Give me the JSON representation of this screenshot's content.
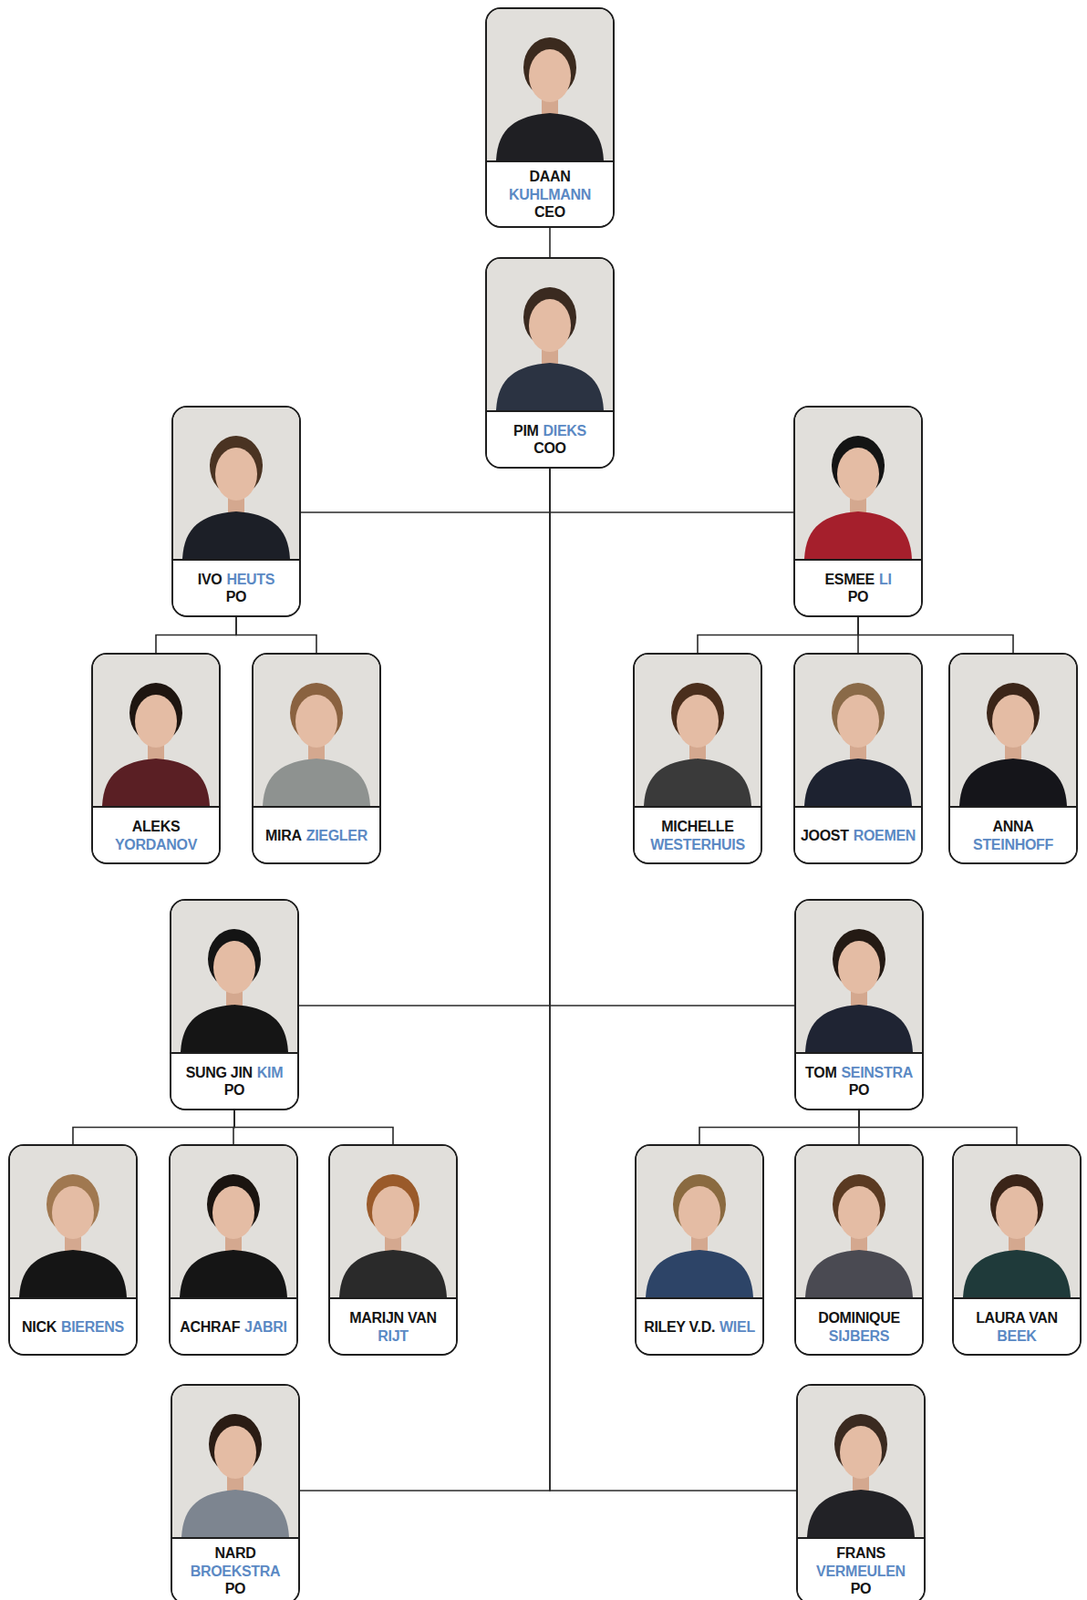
{
  "diagram": {
    "nodes": [
      {
        "text": [
          "DAAN",
          "KUHLMANN",
          "CEO"
        ]
      },
      {
        "text": [
          "PIM",
          "DIEKS",
          "COO"
        ]
      },
      {
        "text": [
          "IVO",
          "HEUTS",
          "PO"
        ]
      },
      {
        "text": [
          "ESMEE",
          "LI",
          "PO"
        ]
      },
      {
        "text": [
          "ALEKS",
          "YORDANOV"
        ]
      },
      {
        "text": [
          "MIRA",
          "ZIEGLER"
        ]
      },
      {
        "text": [
          "MICHELLE",
          "WESTERHUIS"
        ]
      },
      {
        "text": [
          "JOOST",
          "ROEMEN"
        ]
      },
      {
        "text": [
          "ANNA",
          "STEINHOFF"
        ]
      },
      {
        "text": [
          "SUNG JIN",
          "KIM",
          "PO"
        ]
      },
      {
        "text": [
          "TOM",
          "SEINSTRA",
          "PO"
        ]
      },
      {
        "text": [
          "NICK",
          "BIERENS"
        ]
      },
      {
        "text": [
          "ACHRAF",
          "JABRI"
        ]
      },
      {
        "text": [
          "MARIJN VAN",
          "RIJT"
        ]
      },
      {
        "text": [
          "RILEY V.D.",
          "WIEL"
        ]
      },
      {
        "text": [
          "DOMINIQUE",
          "SIJBERS"
        ]
      },
      {
        "text": [
          "LAURA VAN",
          "BEEK"
        ]
      },
      {
        "text": [
          "NARD",
          "BROEKSTRA",
          "PO"
        ]
      },
      {
        "text": [
          "FRANS",
          "VERMEULEN",
          "PO"
        ]
      }
    ],
    "edges": [
      {
        "from": 0,
        "to": 1,
        "arrow": "none"
      },
      {
        "from": 1,
        "to": 2,
        "arrow": "none"
      },
      {
        "from": 1,
        "to": 3,
        "arrow": "none"
      },
      {
        "from": 2,
        "to": 4,
        "arrow": "none"
      },
      {
        "from": 2,
        "to": 5,
        "arrow": "none"
      },
      {
        "from": 3,
        "to": 6,
        "arrow": "none"
      },
      {
        "from": 3,
        "to": 7,
        "arrow": "none"
      },
      {
        "from": 3,
        "to": 8,
        "arrow": "none"
      },
      {
        "from": 1,
        "to": 9,
        "arrow": "none"
      },
      {
        "from": 1,
        "to": 10,
        "arrow": "none"
      },
      {
        "from": 9,
        "to": 11,
        "arrow": "none"
      },
      {
        "from": 9,
        "to": 12,
        "arrow": "none"
      },
      {
        "from": 9,
        "to": 13,
        "arrow": "none"
      },
      {
        "from": 10,
        "to": 14,
        "arrow": "none"
      },
      {
        "from": 10,
        "to": 15,
        "arrow": "none"
      },
      {
        "from": 10,
        "to": 16,
        "arrow": "none"
      },
      {
        "from": 1,
        "to": 17,
        "arrow": "none"
      },
      {
        "from": 1,
        "to": 18,
        "arrow": "none"
      }
    ]
  }
}
